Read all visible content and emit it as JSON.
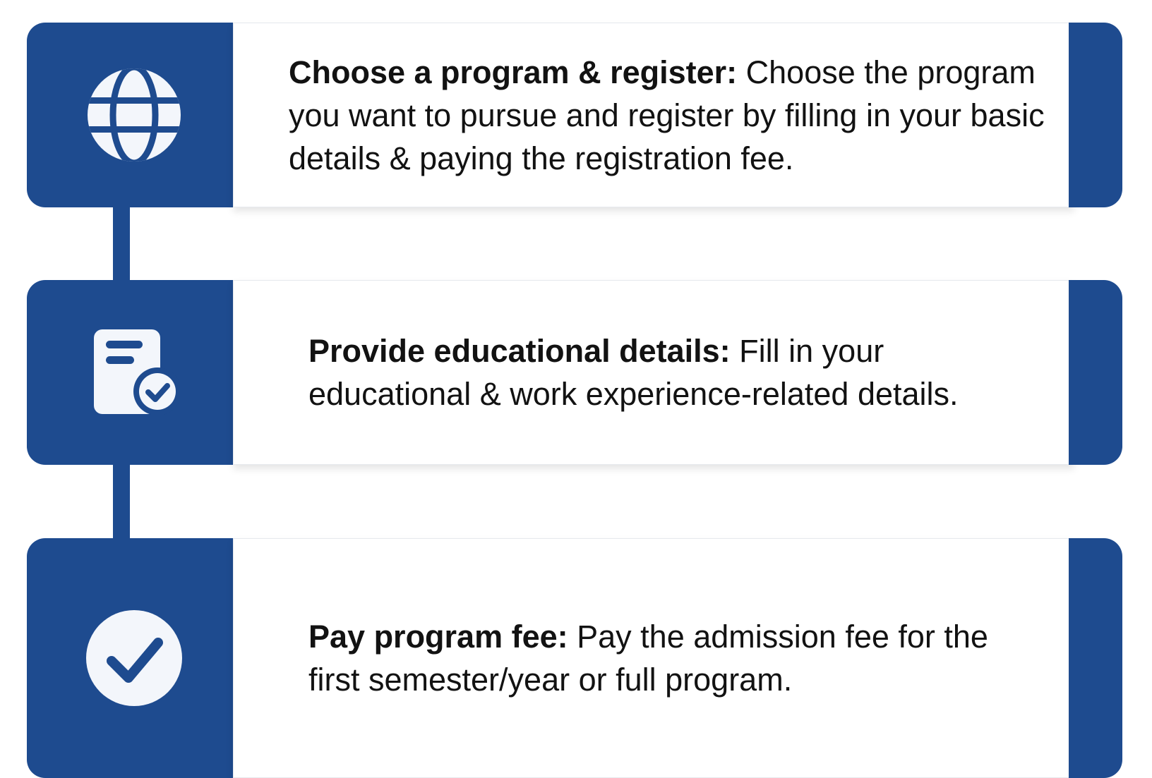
{
  "colors": {
    "brand": "#1e4b8f",
    "icon_light": "#f3f6fb",
    "text": "#121212"
  },
  "steps": [
    {
      "icon": "globe-icon",
      "title": "Choose a program & register:",
      "description": " Choose the program you want to pursue and register by filling in your basic details & paying the registration fee."
    },
    {
      "icon": "document-check-icon",
      "title": "Provide educational details:",
      "description": " Fill in your educational & work experience-related details."
    },
    {
      "icon": "check-circle-icon",
      "title": "Pay program fee:",
      "description": " Pay the admission fee for the first semester/year or full program."
    }
  ]
}
